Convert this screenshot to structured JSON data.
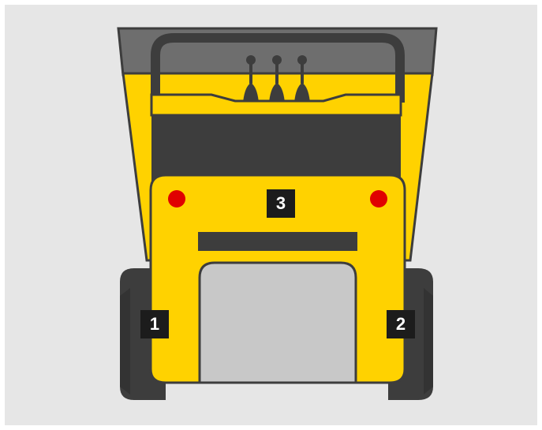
{
  "labels": {
    "one": "1",
    "two": "2",
    "three": "3"
  },
  "colors": {
    "background": "#e6e6e6",
    "body_yellow": "#ffd200",
    "dark_gray": "#3d3d3d",
    "light_gray": "#c8c8c8",
    "bucket_gray": "#6e6e6e",
    "light_red": "#e00000",
    "label_bg": "#1c1c1c"
  }
}
